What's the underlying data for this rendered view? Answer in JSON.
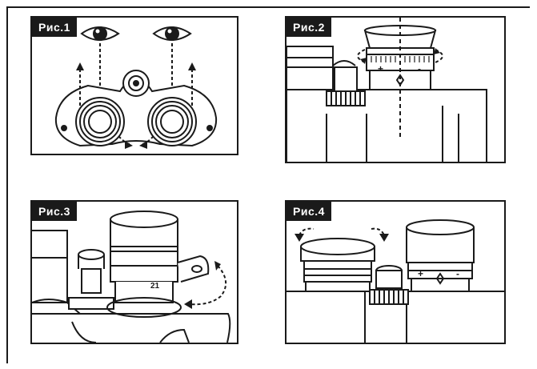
{
  "figures": [
    {
      "id": "fig1",
      "label": "Рис.1"
    },
    {
      "id": "fig2",
      "label": "Рис.2",
      "marks": {
        "plus": "+",
        "minus": "-"
      }
    },
    {
      "id": "fig3",
      "label": "Рис.3",
      "scale_text": "21"
    },
    {
      "id": "fig4",
      "label": "Рис.4",
      "marks": {
        "plus": "+",
        "minus": "-"
      }
    }
  ],
  "colors": {
    "line": "#1a1a1a",
    "background": "#ffffff"
  }
}
